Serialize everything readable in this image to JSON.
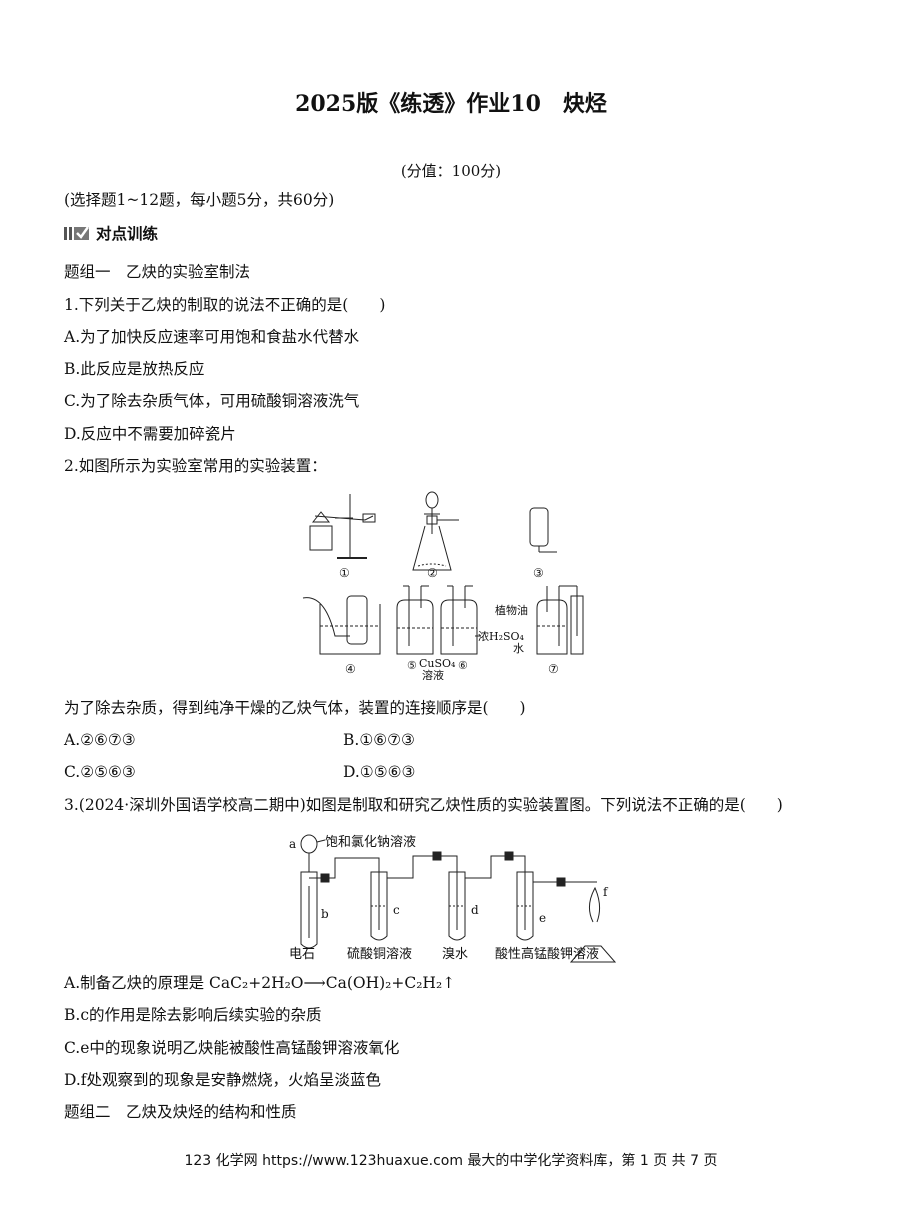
{
  "title": "2025版《练透》作业10　炔烃",
  "score": "(分值：100分)",
  "instruction": "(选择题1~12题，每小题5分，共60分)",
  "section": "对点训练",
  "group1": "题组一　乙炔的实验室制法",
  "q1": {
    "stem": "1.下列关于乙炔的制取的说法不正确的是(　　)",
    "A": "A.为了加快反应速率可用饱和食盐水代替水",
    "B": "B.此反应是放热反应",
    "C": "C.为了除去杂质气体，可用硫酸铜溶液洗气",
    "D": "D.反应中不需要加碎瓷片"
  },
  "q2": {
    "stem": "2.如图所示为实验室常用的实验装置：",
    "labels": {
      "n1": "①",
      "n2": "②",
      "n3": "③",
      "n4": "④",
      "n5": "⑤",
      "n6": "⑥",
      "n7": "⑦",
      "cuso4": "CuSO₄",
      "solution": "溶液",
      "h2so4": "浓H₂SO₄",
      "oil": "植物油",
      "water": "水"
    },
    "prompt": "为了除去杂质，得到纯净干燥的乙炔气体，装置的连接顺序是(　　)",
    "A": "A.②⑥⑦③",
    "B": "B.①⑥⑦③",
    "C": "C.②⑤⑥③",
    "D": "D.①⑤⑥③"
  },
  "q3": {
    "stem": "3.(2024·深圳外国语学校高二期中)如图是制取和研究乙炔性质的实验装置图。下列说法不正确的是(　　)",
    "labels": {
      "a": "a",
      "b": "b",
      "c": "c",
      "d": "d",
      "e": "e",
      "f": "f",
      "brine": "饱和氯化钠溶液",
      "carbide": "电石",
      "cuso4": "硫酸铜溶液",
      "bromine": "溴水",
      "kmno4": "酸性高锰酸钾溶液"
    },
    "A": "A.制备乙炔的原理是 CaC₂+2H₂O⟶Ca(OH)₂+C₂H₂↑",
    "B": "B.c的作用是除去影响后续实验的杂质",
    "C": "C.e中的现象说明乙炔能被酸性高锰酸钾溶液氧化",
    "D": "D.f处观察到的现象是安静燃烧，火焰呈淡蓝色"
  },
  "group2": "题组二　乙炔及炔烃的结构和性质",
  "footer": "123 化学网 https://www.123huaxue.com 最大的中学化学资料库，第 1 页 共 7 页"
}
